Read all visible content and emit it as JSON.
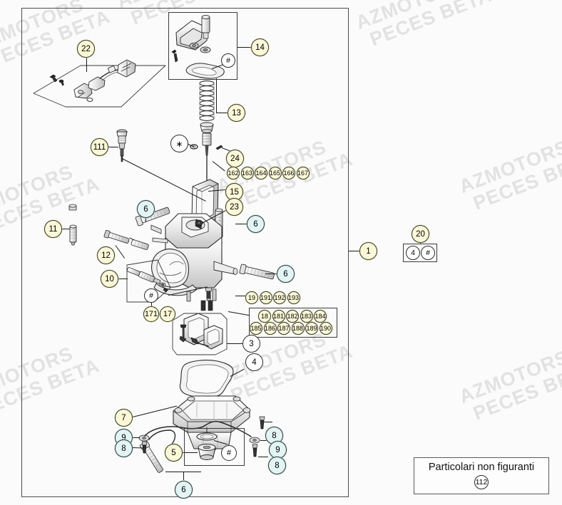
{
  "document": {
    "type": "parts-exploded-diagram",
    "subject": "Carburettor assembly"
  },
  "watermark": {
    "line1": "AZMOTORS",
    "line2": "PECES BETA"
  },
  "note_box": {
    "title": "Particolari non figuranti",
    "ref": "112"
  },
  "callouts": {
    "assembly": {
      "label": "1",
      "style": "yellow"
    },
    "kit_20": {
      "label": "20",
      "style": "yellow"
    },
    "kit_20_items": [
      {
        "label": "4",
        "style": "white"
      },
      {
        "label": "#",
        "style": "white"
      }
    ],
    "top_unit": {
      "label": "14",
      "style": "yellow"
    },
    "top_unit_hash": {
      "label": "#",
      "style": "white"
    },
    "spring": {
      "label": "13",
      "style": "yellow"
    },
    "star": {
      "label": "∗",
      "style": "white"
    },
    "needle_clip": {
      "label": "24",
      "style": "yellow"
    },
    "slide": {
      "label": "15",
      "style": "yellow"
    },
    "slide_screw": {
      "label": "23",
      "style": "yellow"
    },
    "idle_screw": {
      "label": "111",
      "style": "yellow"
    },
    "jet_11": {
      "label": "11",
      "style": "yellow"
    },
    "link_12": {
      "label": "12",
      "style": "yellow"
    },
    "kit_10": {
      "label": "10",
      "style": "yellow"
    },
    "kit_10_hash": {
      "label": "#",
      "style": "white"
    },
    "ref_171": {
      "label": "171",
      "style": "yellow"
    },
    "ref_17": {
      "label": "17",
      "style": "yellow"
    },
    "harness_22": {
      "label": "22",
      "style": "yellow"
    },
    "float_3": {
      "label": "3",
      "style": "white"
    },
    "gasket_4": {
      "label": "4",
      "style": "white"
    },
    "bowl_7": {
      "label": "7",
      "style": "yellow"
    },
    "main_jet_5": {
      "label": "5",
      "style": "yellow"
    },
    "main_jet_hash": {
      "label": "#",
      "style": "white"
    },
    "screw_6_a": {
      "label": "6",
      "style": "cyan"
    },
    "screw_6_b": {
      "label": "6",
      "style": "cyan"
    },
    "screw_6_c": {
      "label": "6",
      "style": "cyan"
    },
    "screw_6_d": {
      "label": "6",
      "style": "cyan"
    },
    "screw_8_a": {
      "label": "8",
      "style": "cyan"
    },
    "screw_8_b": {
      "label": "8",
      "style": "cyan"
    },
    "screw_8_c": {
      "label": "8",
      "style": "cyan"
    },
    "washer_9_a": {
      "label": "9",
      "style": "cyan"
    },
    "washer_9_b": {
      "label": "9",
      "style": "cyan"
    }
  },
  "jet_group_top": {
    "style": "yellow",
    "items": [
      "162",
      "163",
      "164",
      "165",
      "166",
      "167"
    ]
  },
  "jet_group_19": {
    "style": "yellow",
    "items": [
      "19",
      "191",
      "192",
      "193"
    ]
  },
  "jet_group_18": {
    "style": "yellow",
    "row1": [
      "18",
      "181",
      "182",
      "183",
      "184"
    ],
    "row2": [
      "185",
      "186",
      "187",
      "188",
      "189",
      "190"
    ]
  },
  "colors": {
    "frame": "#4c4c4c",
    "line": "#1a1a1a",
    "callout_yellow": "#fbf8d8",
    "callout_cyan": "#e2f4f3",
    "callout_white": "#ffffff",
    "watermark": "#e2e2e2",
    "background": "#fbfbfb",
    "part_fill": "#f2f2f2",
    "part_stroke": "#2a2a2a"
  }
}
